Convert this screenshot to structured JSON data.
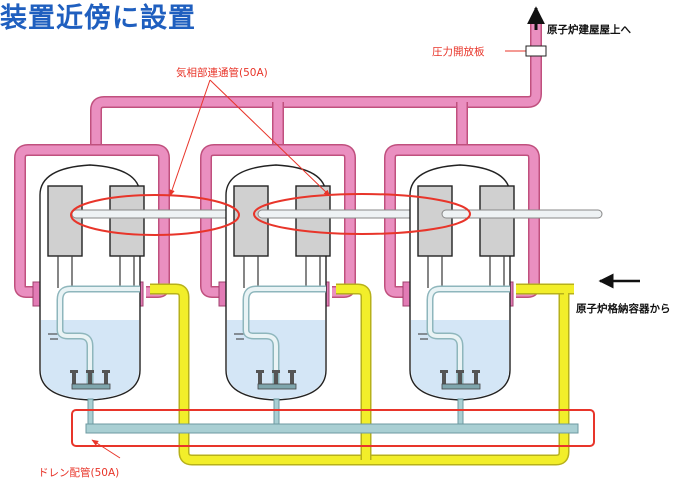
{
  "title": "装置近傍に設置",
  "labels": {
    "roof": "原子炉建屋屋上へ",
    "pressure_plate": "圧力開放板",
    "vapor_pipe": "気相部連通管(50A)",
    "from_pcv": "原子炉格納容器から",
    "drain_pipe": "ドレン配管(50A)"
  },
  "colors": {
    "vent_pipe": "#ea8fc0",
    "feed_pipe": "#f2ee2a",
    "drain_pipe": "#a9cfd3",
    "highlight": "#e8352a",
    "title": "#1f5fbf",
    "water": "#d4e6f6"
  },
  "units": [
    {
      "id": "unit-1"
    },
    {
      "id": "unit-2"
    },
    {
      "id": "unit-3"
    }
  ]
}
